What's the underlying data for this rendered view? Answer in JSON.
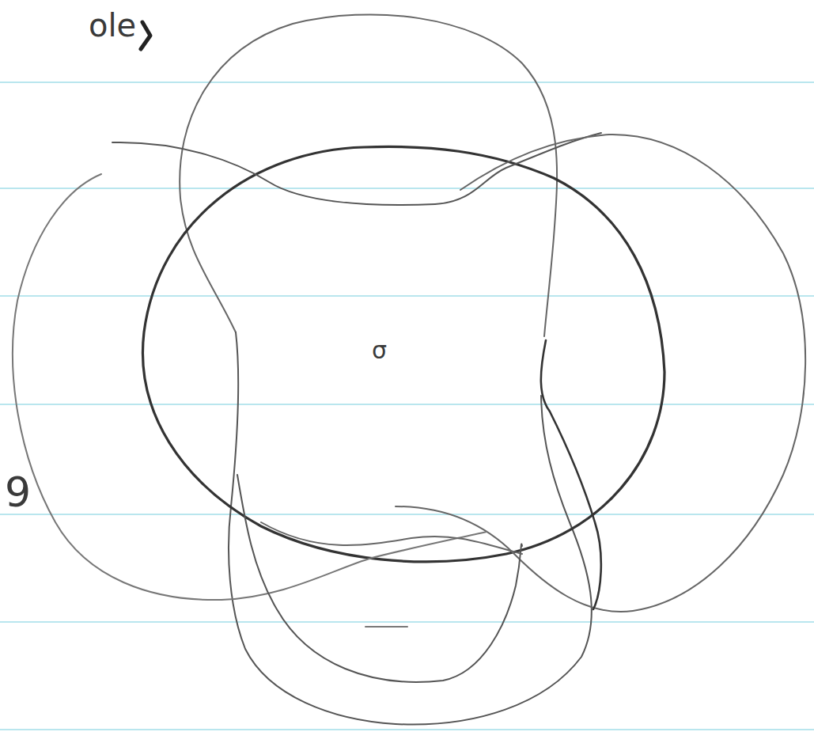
{
  "diagram": {
    "labels": [
      "ole",
      "9",
      "σ"
    ]
  }
}
